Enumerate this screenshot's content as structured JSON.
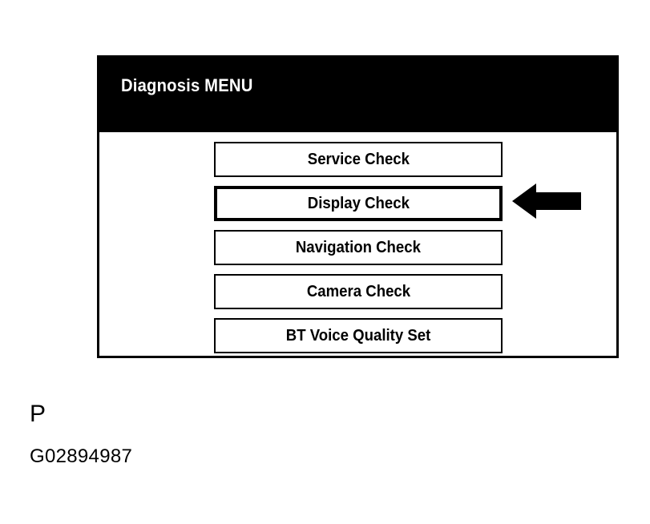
{
  "panel": {
    "title": "Diagnosis MENU",
    "title_color": "#ffffff",
    "titlebar_color": "#000000",
    "background_color": "#ffffff",
    "border_color": "#000000"
  },
  "menu": {
    "selected_index": 1,
    "items": [
      {
        "label": "Service Check",
        "selected": false
      },
      {
        "label": "Display Check",
        "selected": true
      },
      {
        "label": "Navigation Check",
        "selected": false
      },
      {
        "label": "Camera Check",
        "selected": false
      },
      {
        "label": "BT Voice Quality Set",
        "selected": false
      }
    ]
  },
  "pointer": {
    "icon": "arrow-left-icon",
    "color": "#000000",
    "points_to": "Display Check"
  },
  "caption": {
    "letter": "P",
    "code": "G02894987"
  }
}
